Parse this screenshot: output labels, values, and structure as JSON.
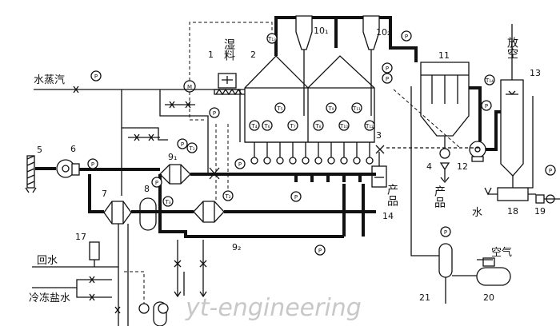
{
  "labels": {
    "steam": "水蒸汽",
    "wet_material": "湿料",
    "vent": "放空",
    "return_water": "回水",
    "brine": "冷冻盐水",
    "air": "空气",
    "water": "水",
    "product_a": "产品",
    "product_b": "产品",
    "watermark": "yt-engineering"
  },
  "gauge_letter": "P",
  "motor_letter": "M",
  "temp_letter": "T",
  "numbers": {
    "n1": "1",
    "n2": "2",
    "n3": "3",
    "n4": "4",
    "n5": "5",
    "n6": "6",
    "n7": "7",
    "n8": "8",
    "n9a": "9₁",
    "n9b": "9₂",
    "n10a": "10₁",
    "n10b": "10₂",
    "n11": "11",
    "n12": "12",
    "n13": "13",
    "n14": "14",
    "n17": "17",
    "n18": "18",
    "n19": "19",
    "n20": "20",
    "n21": "21"
  },
  "temp_tags": {
    "t1": "T₁",
    "t2": "T₂",
    "t3": "T₃",
    "t4": "T₄",
    "t5": "T₅",
    "t6": "T₆",
    "t7": "T₇",
    "t8": "T₈",
    "t9": "T₉",
    "t10": "T₁₀",
    "t11": "T₁₁",
    "t12": "T₁₂",
    "t13": "T₁₃",
    "t14": "T₁₄"
  }
}
